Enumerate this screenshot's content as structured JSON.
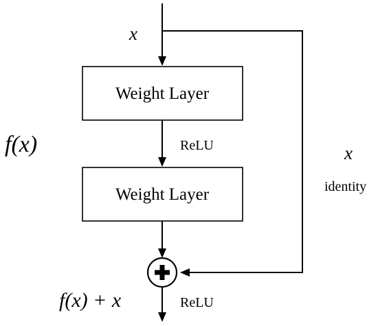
{
  "diagram": {
    "input_label": "x",
    "block_label": "f(x)",
    "layer1_label": "Weight Layer",
    "layer2_label": "Weight Layer",
    "relu_mid_label": "ReLU",
    "relu_out_label": "ReLU",
    "skip_label": "x",
    "skip_sub_label": "identity",
    "output_label": "f(x) + x",
    "add_symbol": "+"
  }
}
